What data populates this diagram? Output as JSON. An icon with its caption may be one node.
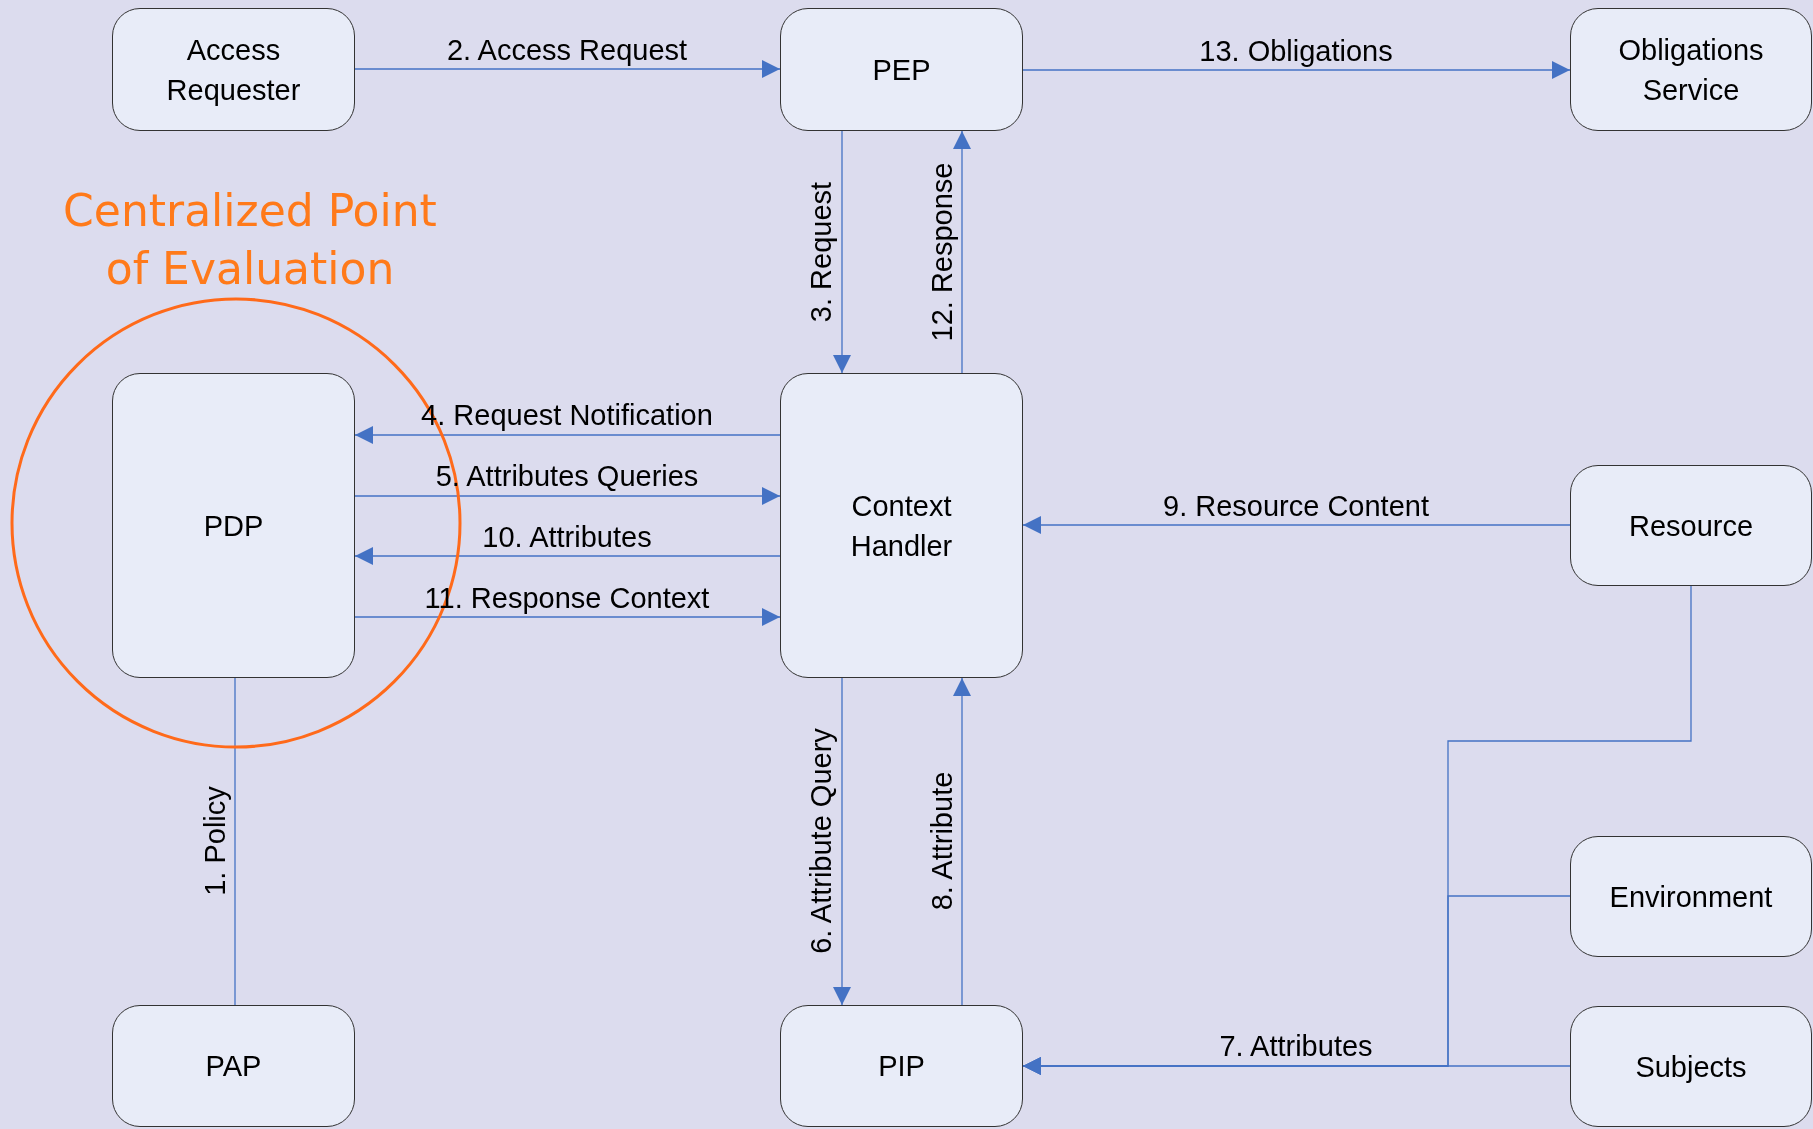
{
  "diagram": {
    "nodes": [
      {
        "text": [
          "Access Requester"
        ]
      },
      {
        "text": [
          "PEP"
        ]
      },
      {
        "text": [
          "Obligations Service"
        ]
      },
      {
        "text": [
          "PDP"
        ]
      },
      {
        "text": [
          "Context Handler"
        ]
      },
      {
        "text": [
          "Resource"
        ]
      },
      {
        "text": [
          "Environment"
        ]
      },
      {
        "text": [
          "PAP"
        ]
      },
      {
        "text": [
          "PIP"
        ]
      },
      {
        "text": [
          "Subjects"
        ]
      }
    ],
    "edges": [
      {
        "from": 0,
        "to": 1,
        "arrow": "to",
        "label": "2. Access Request"
      },
      {
        "from": 1,
        "to": 2,
        "arrow": "to",
        "label": "13. Obligations"
      },
      {
        "from": 1,
        "to": 4,
        "arrow": "to",
        "label": "3. Request"
      },
      {
        "from": 4,
        "to": 1,
        "arrow": "to",
        "label": "12. Response"
      },
      {
        "from": 4,
        "to": 3,
        "arrow": "to",
        "label": "4. Request Notification"
      },
      {
        "from": 3,
        "to": 4,
        "arrow": "to",
        "label": "5. Attributes Queries"
      },
      {
        "from": 4,
        "to": 3,
        "arrow": "to",
        "label": "10. Attributes"
      },
      {
        "from": 3,
        "to": 4,
        "arrow": "to",
        "label": "11. Response Context"
      },
      {
        "from": 5,
        "to": 4,
        "arrow": "to",
        "label": "9. Resource Content"
      },
      {
        "from": 7,
        "to": 3,
        "arrow": "none",
        "label": "1. Policy"
      },
      {
        "from": 4,
        "to": 8,
        "arrow": "to",
        "label": "6. Attribute Query"
      },
      {
        "from": 8,
        "to": 4,
        "arrow": "to",
        "label": "8. Attribute"
      },
      {
        "from": 5,
        "to": 8,
        "arrow": "to"
      },
      {
        "from": 6,
        "to": 8,
        "arrow": "to"
      },
      {
        "from": 9,
        "to": 8,
        "arrow": "to",
        "label": "7. Attributes"
      }
    ],
    "labels": [
      "Centralized Point of Evaluation"
    ]
  }
}
